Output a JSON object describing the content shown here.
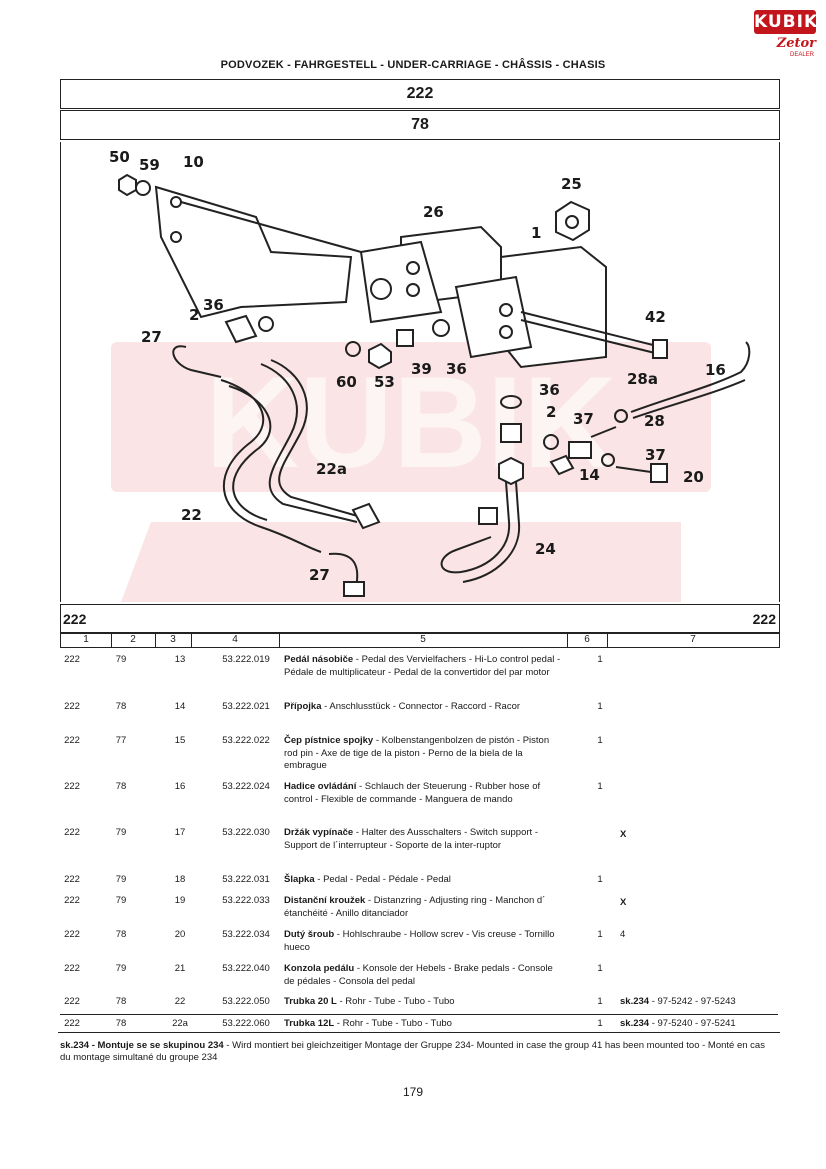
{
  "logo": {
    "brand": "KUBIK",
    "sub": "Zetor",
    "tag": "DEALER"
  },
  "header": "PODVOZEK - FAHRGESTELL - UNDER-CARRIAGE - CHÂSSIS - CHASIS",
  "group_number": "222",
  "sheet_number": "78",
  "callouts": [
    {
      "label": "50"
    },
    {
      "label": "59"
    },
    {
      "label": "10"
    },
    {
      "label": "25"
    },
    {
      "label": "26"
    },
    {
      "label": "1"
    },
    {
      "label": "2"
    },
    {
      "label": "36"
    },
    {
      "label": "27"
    },
    {
      "label": "42"
    },
    {
      "label": "60"
    },
    {
      "label": "53"
    },
    {
      "label": "39"
    },
    {
      "label": "36"
    },
    {
      "label": "28a"
    },
    {
      "label": "16"
    },
    {
      "label": "36"
    },
    {
      "label": "2"
    },
    {
      "label": "37"
    },
    {
      "label": "28"
    },
    {
      "label": "14"
    },
    {
      "label": "37"
    },
    {
      "label": "20"
    },
    {
      "label": "22a"
    },
    {
      "label": "22"
    },
    {
      "label": "24"
    },
    {
      "label": "27"
    }
  ],
  "table_header": {
    "left": "222",
    "right": "222"
  },
  "columns": [
    "1",
    "2",
    "3",
    "4",
    "5",
    "6",
    "7"
  ],
  "rows": [
    {
      "c1": "222",
      "c2": "79",
      "c3": "13",
      "c4": "53.222.019",
      "name": "Pedál násobiče",
      "desc": " - Pedal des Vervielfachers - Hi-Lo control pedal - Pédale de multiplicateur - Pedal de la convertidor del par motor",
      "qty": "1",
      "note_b": "",
      "note": ""
    },
    {
      "c1": "222",
      "c2": "78",
      "c3": "14",
      "c4": "53.222.021",
      "name": "Přípojka",
      "desc": " - Anschlusstück - Connector - Raccord - Racor",
      "qty": "1",
      "note_b": "",
      "note": ""
    },
    {
      "c1": "222",
      "c2": "77",
      "c3": "15",
      "c4": "53.222.022",
      "name": "Čep pístnice spojky",
      "desc": " - Kolbenstangenbolzen de pistón - Piston rod pin - Axe de tige de la piston - Perno de la biela de la embrague",
      "qty": "1",
      "note_b": "",
      "note": ""
    },
    {
      "c1": "222",
      "c2": "78",
      "c3": "16",
      "c4": "53.222.024",
      "name": "Hadice ovládání",
      "desc": " - Schlauch der Steuerung - Rubber hose of control - Flexible de commande - Manguera de mando",
      "qty": "1",
      "note_b": "",
      "note": ""
    },
    {
      "c1": "222",
      "c2": "79",
      "c3": "17",
      "c4": "53.222.030",
      "name": "Držák vypínače",
      "desc": " - Halter des Ausschalters - Switch support - Support de l´interrupteur - Soporte de la inter-ruptor",
      "qty": "",
      "note_b": "X",
      "note": ""
    },
    {
      "c1": "222",
      "c2": "79",
      "c3": "18",
      "c4": "53.222.031",
      "name": "Šlapka",
      "desc": " - Pedal - Pedal - Pédale - Pedal",
      "qty": "1",
      "note_b": "",
      "note": ""
    },
    {
      "c1": "222",
      "c2": "79",
      "c3": "19",
      "c4": "53.222.033",
      "name": "Distanční kroužek",
      "desc": " - Distanzring - Adjusting ring - Manchon d´ étanchéité - Anillo ditanciador",
      "qty": "",
      "note_b": "X",
      "note": ""
    },
    {
      "c1": "222",
      "c2": "78",
      "c3": "20",
      "c4": "53.222.034",
      "name": "Dutý šroub",
      "desc": " - Hohlschraube - Hollow screv - Vis creuse - Tornillo hueco",
      "qty": "1",
      "note_b": "",
      "note": "4"
    },
    {
      "c1": "222",
      "c2": "79",
      "c3": "21",
      "c4": "53.222.040",
      "name": "Konzola pedálu",
      "desc": " - Konsole der Hebels - Brake pedals - Console de pédales - Consola del pedal",
      "qty": "1",
      "note_b": "",
      "note": ""
    },
    {
      "c1": "222",
      "c2": "78",
      "c3": "22",
      "c4": "53.222.050",
      "name": "Trubka 20 L",
      "desc": " - Rohr - Tube - Tubo - Tubo",
      "qty": "1",
      "note_b": "sk.234",
      "note": " - 97-5242 - 97-5243"
    },
    {
      "c1": "222",
      "c2": "78",
      "c3": "22a",
      "c4": "53.222.060",
      "name": "Trubka 12L",
      "desc": " - Rohr - Tube - Tubo - Tubo",
      "qty": "1",
      "note_b": "sk.234",
      "note": " - 97-5240 - 97-5241"
    }
  ],
  "footnote": {
    "bold": "sk.234 - Montuje se se skupinou 234",
    "text": " - Wird montiert bei gleichzeitiger Montage der Gruppe 234- Mounted in case the group 41 has been mounted too - Monté en cas du montage simultané du groupe 234"
  },
  "page_number": "179",
  "watermark": "KUBIK"
}
